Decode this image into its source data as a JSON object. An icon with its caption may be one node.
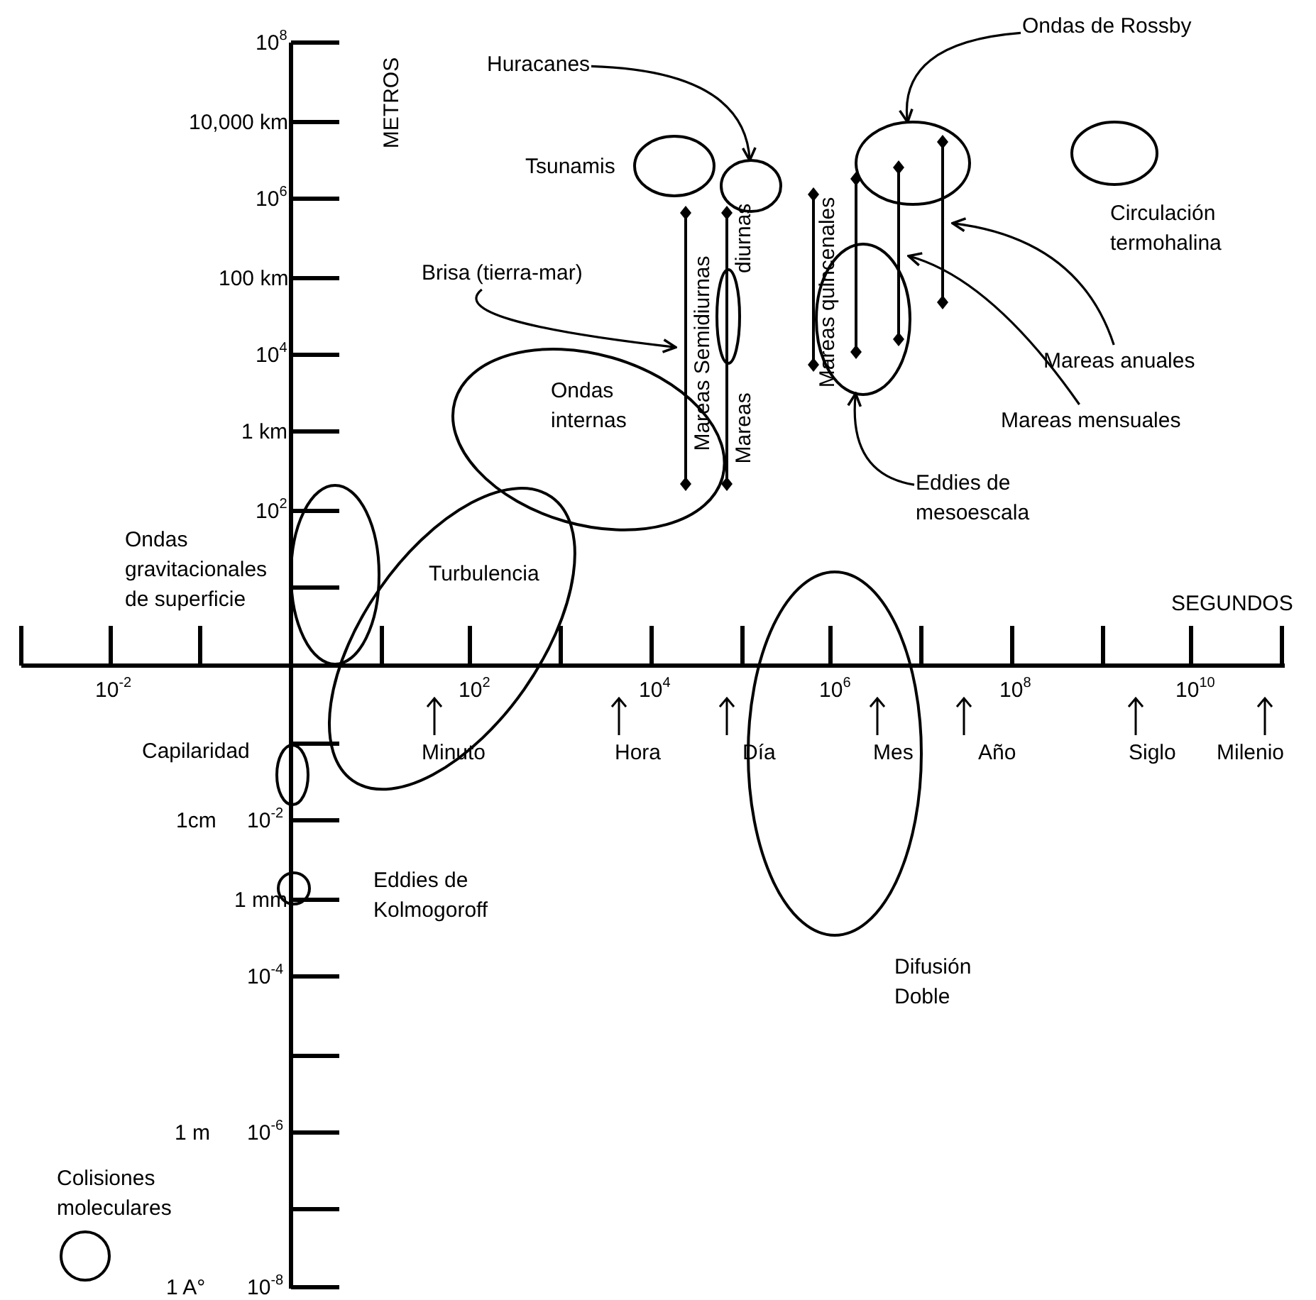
{
  "diagram": {
    "nodes": [
      {
        "text": [
          "Huracanes"
        ]
      },
      {
        "text": [
          "Ondas de Rossby"
        ]
      },
      {
        "text": [],
        "shape": "ellipse",
        "beside": [
          "Tsunamis"
        ]
      },
      {
        "text": [],
        "shape": "ellipse"
      },
      {
        "text": [],
        "shape": "ellipse"
      },
      {
        "text": [],
        "shape": "ellipse",
        "beside": [
          "Circulación termohalina"
        ]
      },
      {
        "text": [
          "Brisa (tierra-mar)"
        ]
      },
      {
        "text": [],
        "shape": "bar",
        "beside": [
          "Mareas Semidiurnas"
        ]
      },
      {
        "text": [],
        "shape": "ellipse"
      },
      {
        "text": [],
        "shape": "bar",
        "beside": [
          "Mareas diurnas"
        ]
      },
      {
        "text": [],
        "shape": "bar",
        "beside": [
          "Mareas quincenales"
        ]
      },
      {
        "text": [],
        "shape": "ellipse"
      },
      {
        "text": [],
        "shape": "bar"
      },
      {
        "text": [],
        "shape": "bar"
      },
      {
        "text": [],
        "shape": "bar"
      },
      {
        "text": [
          "Mareas anuales"
        ]
      },
      {
        "text": [
          "Ondas internas"
        ]
      },
      {
        "text": [
          "Mareas mensuales"
        ]
      },
      {
        "text": [
          "Eddies de mesoescala"
        ]
      },
      {
        "text": [],
        "shape": "ellipse",
        "beside": [
          "Ondas gravitacionales de superficie"
        ]
      },
      {
        "text": [
          "Turbulencia"
        ]
      },
      {
        "text": [],
        "shape": "ellipse",
        "beside": [
          "Difusión Doble"
        ]
      },
      {
        "text": [],
        "shape": "ellipse",
        "beside": [
          "Capilaridad"
        ]
      },
      {
        "text": [],
        "shape": "circle",
        "beside": [
          "Eddies de Kolmogoroff"
        ]
      },
      {
        "text": [],
        "shape": "circle",
        "beside": [
          "Colisiones moleculares"
        ]
      }
    ],
    "edges": [
      {
        "from": 0,
        "to": 3,
        "arrow": "to"
      },
      {
        "from": 1,
        "to": 4,
        "arrow": "to"
      },
      {
        "from": 6,
        "to": 7,
        "arrow": "to"
      },
      {
        "from": 15,
        "to": 14,
        "arrow": "to"
      },
      {
        "from": 17,
        "to": 13,
        "arrow": "to"
      },
      {
        "from": 18,
        "to": 11,
        "arrow": "to"
      }
    ],
    "labels": [
      "10$^{8}$",
      "METROS",
      "10,000 km",
      "10$^{6}$",
      "100 km",
      "10$^{4}$",
      "1 km",
      "10$^{2}$",
      "SEGUNDOS",
      "10$^{-2}$",
      "10$^{2}$",
      "10$^{4}$",
      "10$^{6}$",
      "10$^{8}$",
      "10$^{10}$",
      "Minuto",
      "Hora",
      "Día",
      "Mes",
      "Año",
      "Siglo",
      "Milenio",
      "1cm",
      "10$^{-2}$",
      "1 mm",
      "10$^{-4}$",
      "1 m",
      "10$^{-6}$",
      "1 A°",
      "10$^{-8}$"
    ]
  }
}
